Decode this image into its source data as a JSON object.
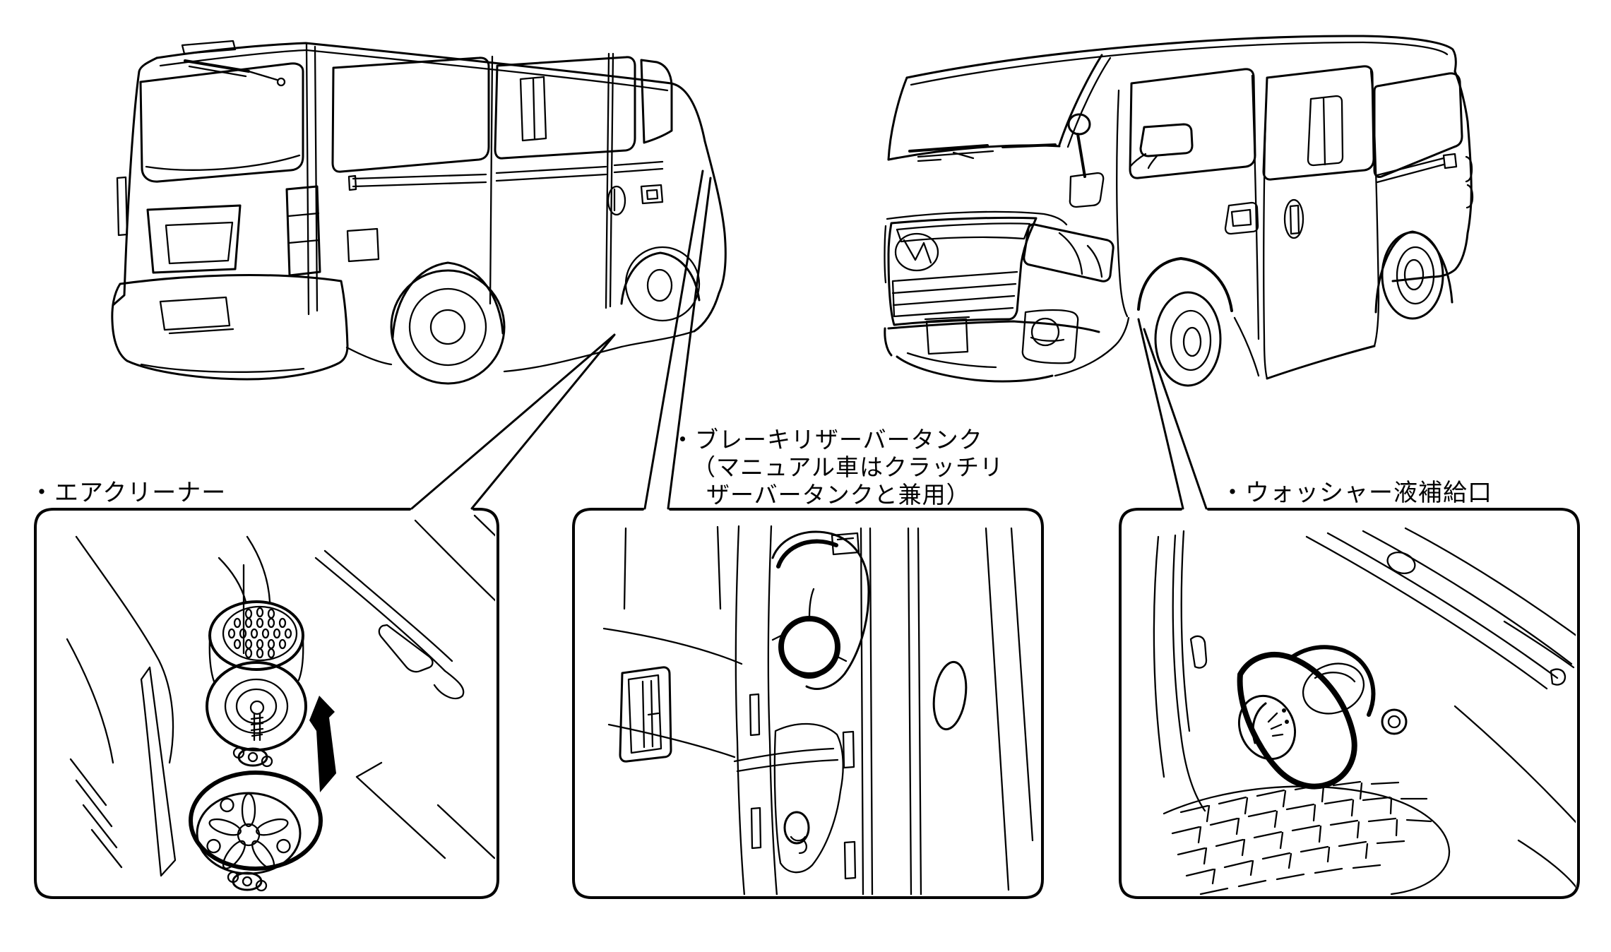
{
  "page": {
    "background_color": "#ffffff",
    "line_color": "#000000"
  },
  "callouts": {
    "air_cleaner": {
      "label": "・エアクリーナー"
    },
    "brake_reservoir": {
      "label_line1": "・ブレーキリザーバータンク",
      "label_line2": "（マニュアル車はクラッチリ",
      "label_line3": "ザーバータンクと兼用）"
    },
    "washer_filler": {
      "label": "・ウォッシャー液補給口"
    }
  }
}
